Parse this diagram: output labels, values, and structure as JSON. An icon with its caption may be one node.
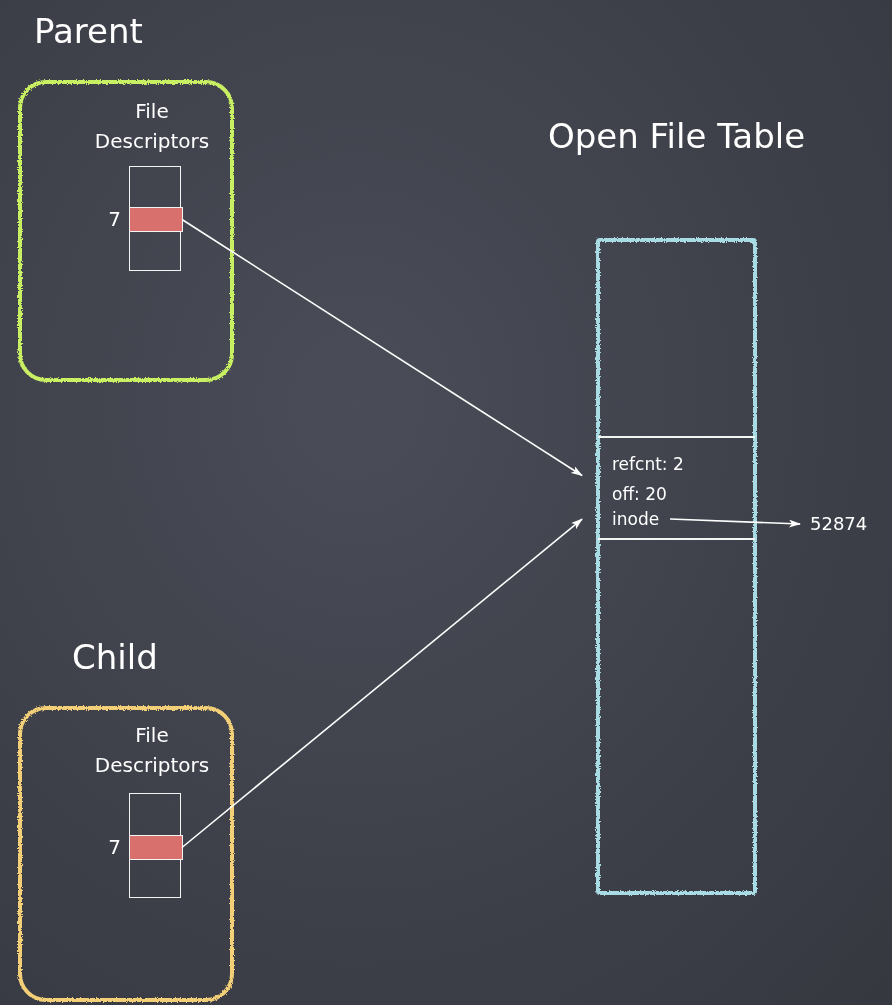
{
  "diagram": {
    "nodes": [
      {
        "text": [
          "Parent",
          "File Descriptors"
        ]
      },
      {
        "text": [],
        "shape": "box",
        "in": 0
      },
      {
        "text": [],
        "shape": "bar",
        "in": 1,
        "beside": [
          "7"
        ]
      },
      {
        "text": [
          "Child",
          "File Descriptors"
        ]
      },
      {
        "text": [],
        "shape": "box",
        "in": 3
      },
      {
        "text": [],
        "shape": "bar",
        "in": 4,
        "beside": [
          "7"
        ]
      },
      {
        "text": [
          "Open File Table"
        ]
      },
      {
        "text": [
          "refcnt: 2",
          "off: 20"
        ],
        "in": 6
      },
      {
        "text": [
          "inode"
        ],
        "in": 7
      },
      {
        "text": [
          "52874"
        ]
      }
    ],
    "edges": [
      {
        "from": 2,
        "to": 7,
        "arrow": "to"
      },
      {
        "from": 5,
        "to": 7,
        "arrow": "to"
      },
      {
        "from": 8,
        "to": 9,
        "arrow": "to"
      }
    ]
  }
}
